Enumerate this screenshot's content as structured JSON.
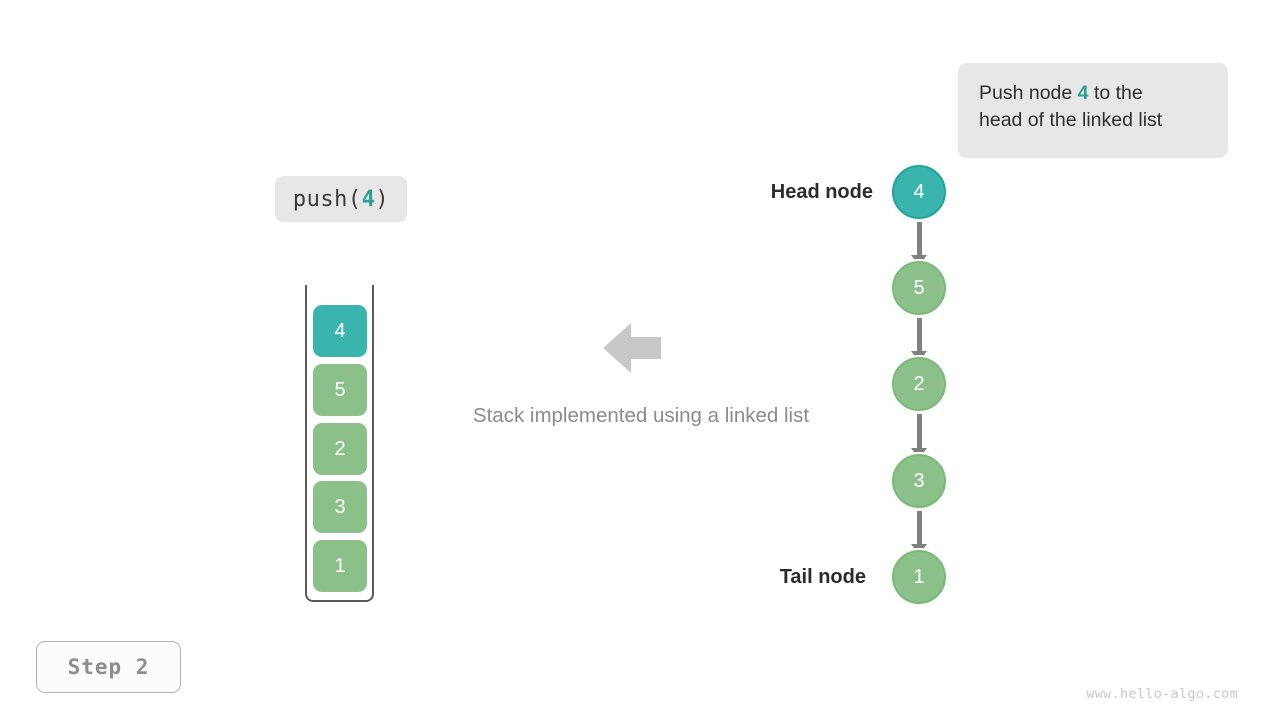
{
  "colors": {
    "accent_teal": "#3cb4ae",
    "accent_teal_dark": "#2f9e8f",
    "node_green": "#8cc08a",
    "node_green_ring": "#7cb87a",
    "edge_gray": "#808080",
    "arrow_gray": "#c8c8c8",
    "bubble_gray": "#e7e7e7",
    "text_dark": "#2f2f2f",
    "text_muted": "#8b8b8b"
  },
  "caption": {
    "line1_prefix": "Push node ",
    "line1_value": "4",
    "line1_suffix": " to the",
    "line2": "head of the linked list"
  },
  "operation": {
    "label_prefix": "push(",
    "label_value": "4",
    "label_suffix": ")"
  },
  "stack": {
    "caption": "Stack implemented using a linked list",
    "arrow_direction": "left",
    "cells": [
      {
        "value": "4",
        "fill": "#3cb4ae",
        "highlight": true
      },
      {
        "value": "5",
        "fill": "#8cc08a",
        "highlight": false
      },
      {
        "value": "2",
        "fill": "#8cc08a",
        "highlight": false
      },
      {
        "value": "3",
        "fill": "#8cc08a",
        "highlight": false
      },
      {
        "value": "1",
        "fill": "#8cc08a",
        "highlight": false
      }
    ]
  },
  "linked_list": {
    "head_label": "Head node",
    "tail_label": "Tail node",
    "nodes": [
      {
        "value": "4",
        "fill": "#3cb4ae",
        "ring": "#23a49c",
        "highlight": true
      },
      {
        "value": "5",
        "fill": "#8cc08a",
        "ring": "#7cb87a",
        "highlight": false
      },
      {
        "value": "2",
        "fill": "#8cc08a",
        "ring": "#7cb87a",
        "highlight": false
      },
      {
        "value": "3",
        "fill": "#8cc08a",
        "ring": "#7cb87a",
        "highlight": false
      },
      {
        "value": "1",
        "fill": "#8cc08a",
        "ring": "#7cb87a",
        "highlight": false
      }
    ]
  },
  "step": {
    "label": "Step 2"
  },
  "watermark": {
    "text": "www.hello-algo.com"
  }
}
